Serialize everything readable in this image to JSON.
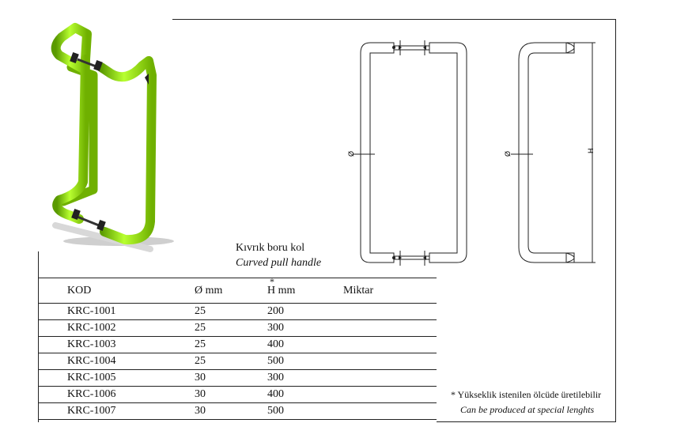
{
  "title": {
    "tr": "Kıvrık boru kol",
    "en": "Curved pull handle"
  },
  "table": {
    "headers": [
      "KOD",
      "Ø mm",
      "H mm",
      "Miktar"
    ],
    "h_asterisk": "*",
    "rows": [
      [
        "KRC-1001",
        "25",
        "200",
        ""
      ],
      [
        "KRC-1002",
        "25",
        "300",
        ""
      ],
      [
        "KRC-1003",
        "25",
        "400",
        ""
      ],
      [
        "KRC-1004",
        "25",
        "500",
        ""
      ],
      [
        "KRC-1005",
        "30",
        "300",
        ""
      ],
      [
        "KRC-1006",
        "30",
        "400",
        ""
      ],
      [
        "KRC-1007",
        "30",
        "500",
        ""
      ]
    ]
  },
  "drawing": {
    "front_dim_label": "Ø",
    "side_dim_label": "Ø",
    "height_label": "H"
  },
  "note": {
    "tr": "* Yükseklik istenilen ölcüde üretilebilir",
    "en": "Can be produced at special lenghts"
  },
  "colors": {
    "handle_green": "#8bd400",
    "line": "#222222"
  }
}
